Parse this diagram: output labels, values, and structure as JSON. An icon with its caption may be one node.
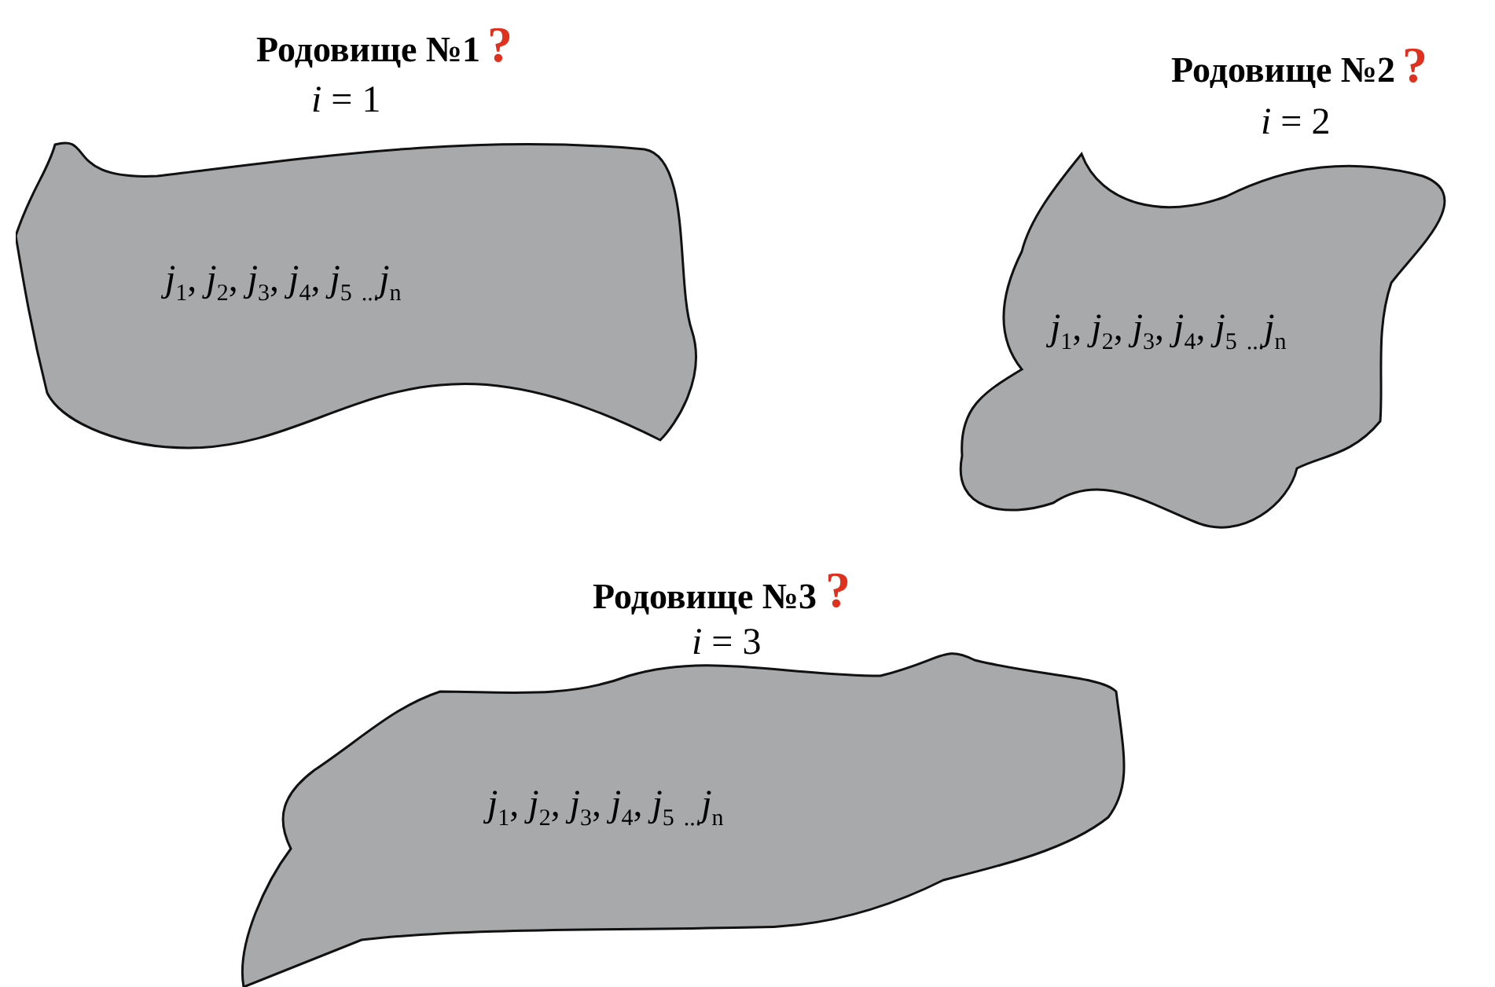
{
  "diagram": {
    "nodes": [
      {
        "text": [
          "Родовище №1",
          "?",
          "*i* = 1",
          "*j*$_{1}$, *j*$_{2}$, *j*$_{3}$, *j*$_{4}$, *j*$_{5}$ $_{...}$*j*$_{n}$"
        ]
      },
      {
        "text": [
          "Родовище №2",
          "?",
          "*i* = 2",
          "*j*$_{1}$, *j*$_{2}$, *j*$_{3}$, *j*$_{4}$, *j*$_{5}$ $_{...}$*j*$_{n}$"
        ]
      },
      {
        "text": [
          "Родовище №3",
          "?",
          "*i* = 3",
          "*j*$_{1}$, *j*$_{2}$, *j*$_{3}$, *j*$_{4}$, *j*$_{5}$ $_{...}$*j*$_{n}$"
        ]
      }
    ],
    "edges": []
  }
}
